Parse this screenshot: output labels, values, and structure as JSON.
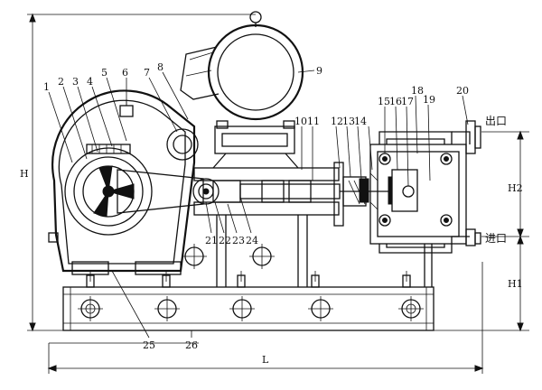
{
  "callouts": [
    "1",
    "2",
    "3",
    "4",
    "5",
    "6",
    "7",
    "8",
    "9",
    "10",
    "11",
    "12",
    "13",
    "14",
    "15",
    "16",
    "17",
    "18",
    "19",
    "20",
    "21",
    "22",
    "23",
    "24",
    "25",
    "26"
  ],
  "ports": {
    "outlet": "出口",
    "inlet": "进口"
  },
  "dimensions": {
    "height": "H",
    "height_2": "H2",
    "height_1": "H1",
    "length": "L"
  }
}
